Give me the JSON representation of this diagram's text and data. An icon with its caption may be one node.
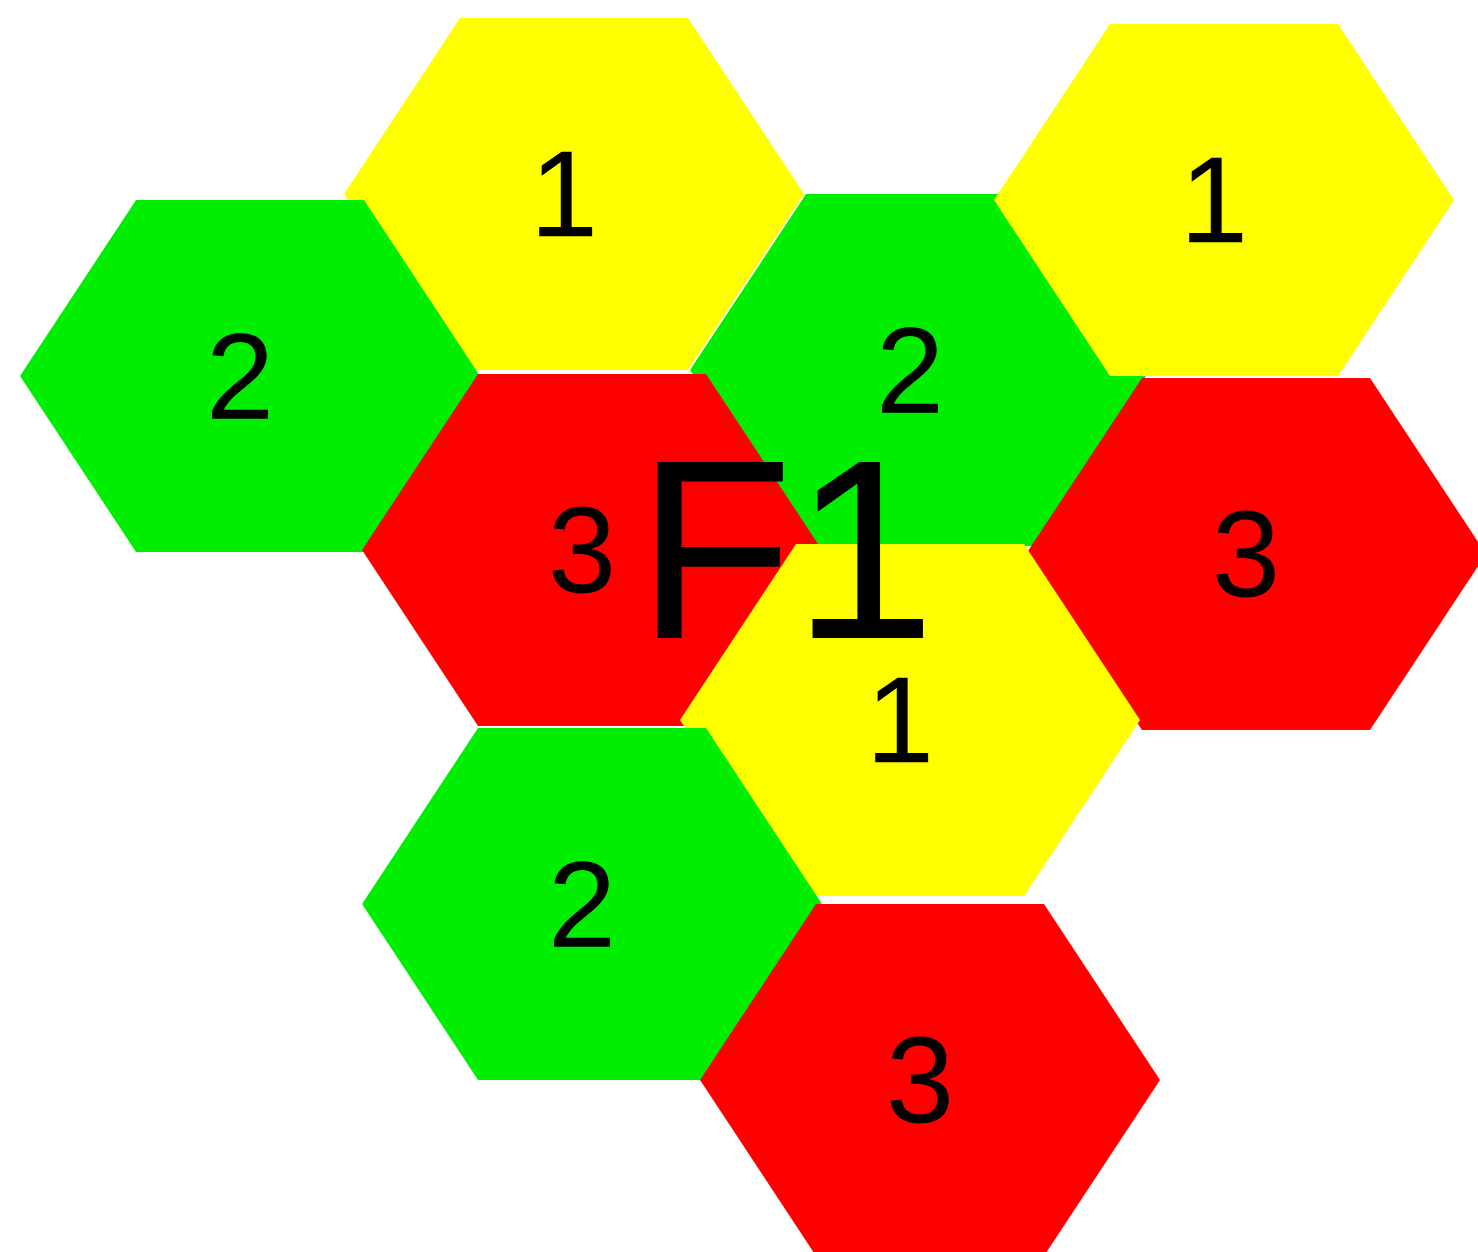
{
  "diagram": {
    "nodes": [
      {
        "text": [
          "1"
        ]
      },
      {
        "text": [
          "1"
        ]
      },
      {
        "text": [
          "2"
        ]
      },
      {
        "text": [
          "2"
        ]
      },
      {
        "text": [
          "3"
        ]
      },
      {
        "text": [
          "3"
        ]
      },
      {
        "text": [
          "1"
        ]
      },
      {
        "text": [
          "2"
        ]
      },
      {
        "text": [
          "3"
        ]
      }
    ],
    "labels": [
      "F1"
    ]
  }
}
